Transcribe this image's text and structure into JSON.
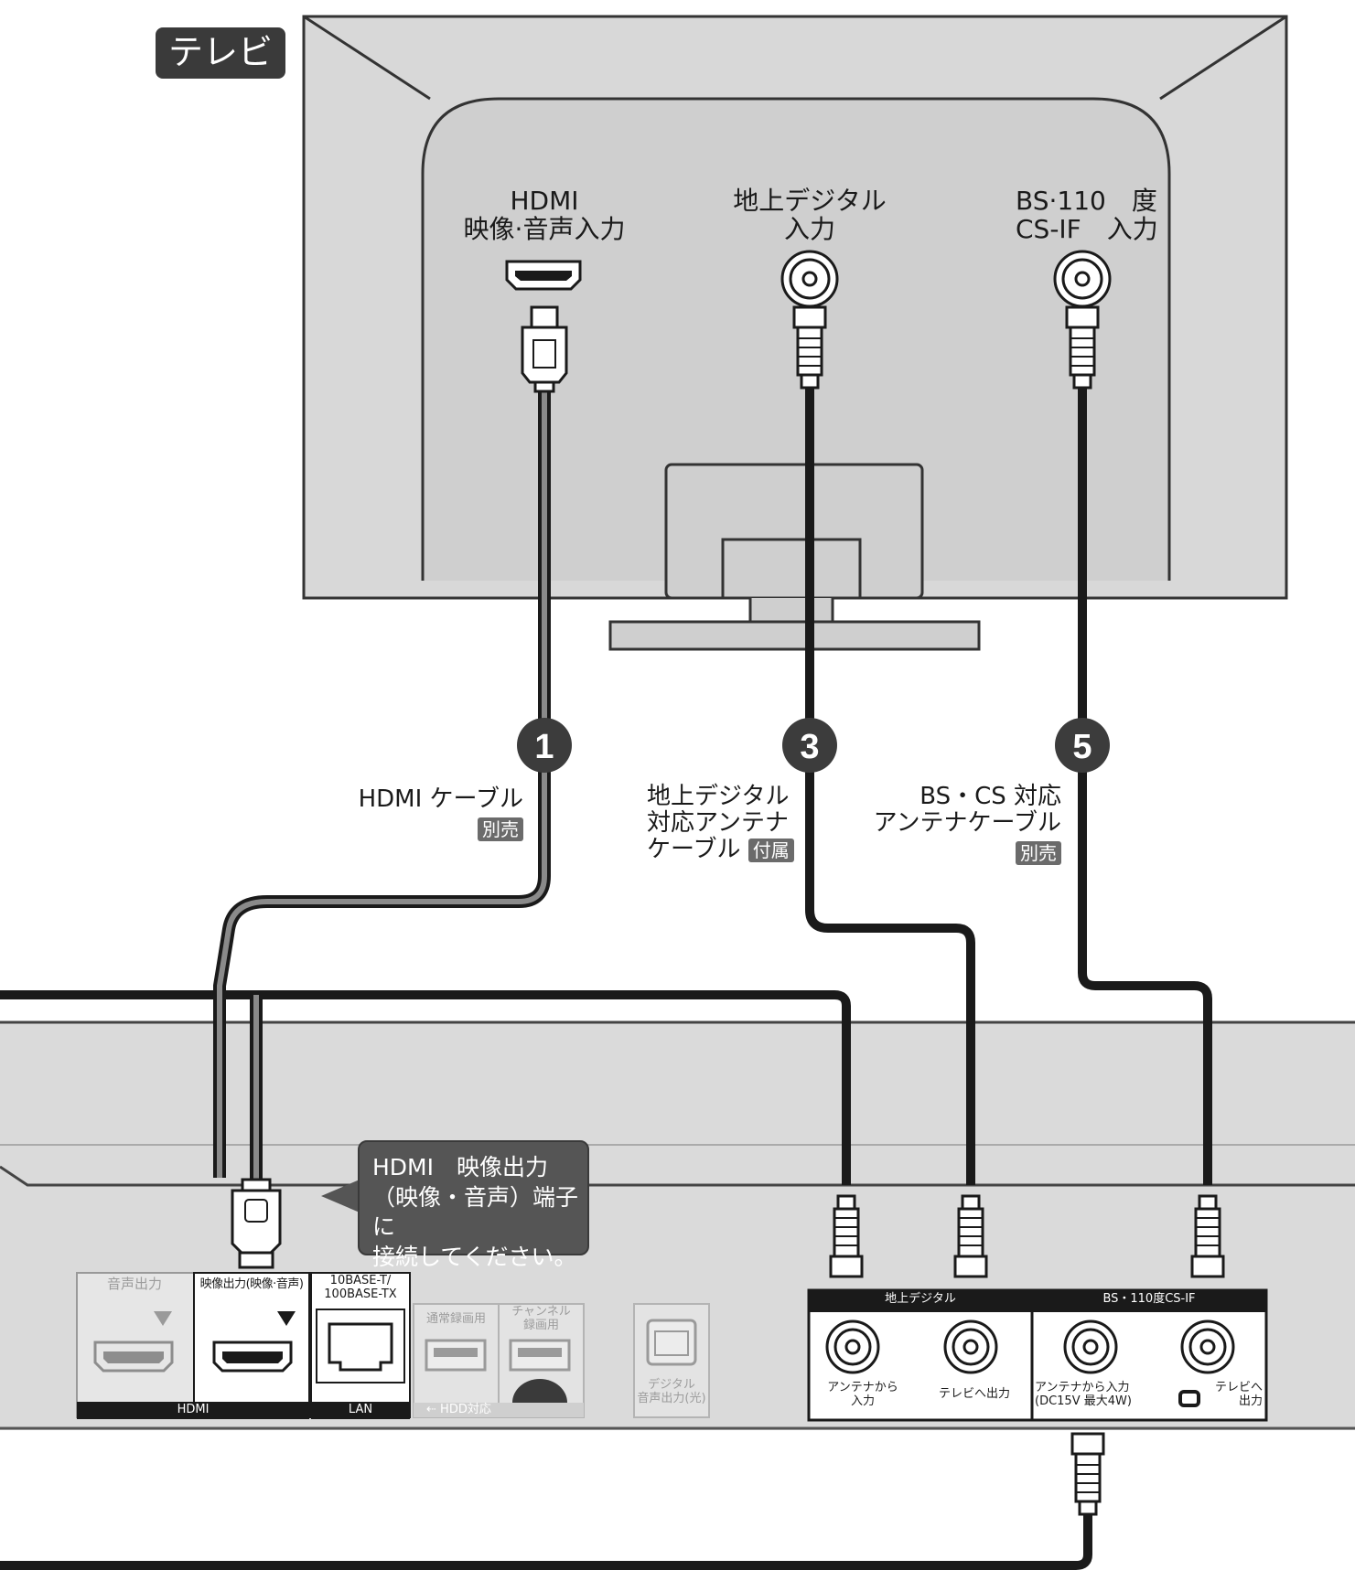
{
  "tv": {
    "tag": "テレビ"
  },
  "tv_ports": {
    "hdmi": {
      "line1": "HDMI",
      "line2": "映像·音声入力"
    },
    "terrestrial": {
      "line1": "地上デジタル",
      "line2": "入力"
    },
    "bs": {
      "line1": "BS·110　度",
      "line2": "CS-IF　入力"
    }
  },
  "cables": {
    "c1": {
      "number": "1",
      "line1": "HDMI ケーブル",
      "tag": "別売"
    },
    "c3": {
      "number": "3",
      "line1": "地上デジタル",
      "line2": "対応アンテナ",
      "line3": "ケーブル",
      "tag": "付属"
    },
    "c5": {
      "number": "5",
      "line1": "BS・CS 対応",
      "line2": "アンテナケーブル",
      "tag": "別売"
    }
  },
  "callout": {
    "line1": "HDMI　映像出力",
    "line2": "（映像・音声）端子に",
    "line3": "接続してください。"
  },
  "recorder": {
    "audio_out": "音声出力",
    "video_out": "映像出力(映像·音声)",
    "hdmi_group": "HDMI",
    "lan_spec1": "10BASE-T/",
    "lan_spec2": "100BASE-TX",
    "lan_group": "LAN",
    "usb_normal": "通常録画用",
    "usb_channel1": "チャンネル",
    "usb_channel2": "録画用",
    "usb_group": "HDD対応",
    "optical1": "デジタル",
    "optical2": "音声出力(光)",
    "terrestrial_group": "地上デジタル",
    "terrestrial_in1": "アンテナから",
    "terrestrial_in2": "入力",
    "terrestrial_out": "テレビへ出力",
    "bs_group": "BS・110度CS-IF",
    "bs_in1": "アンテナから入力",
    "bs_in2": "(DC15V 最大4W)",
    "bs_out1": "テレビへ",
    "bs_out2": "出力"
  }
}
